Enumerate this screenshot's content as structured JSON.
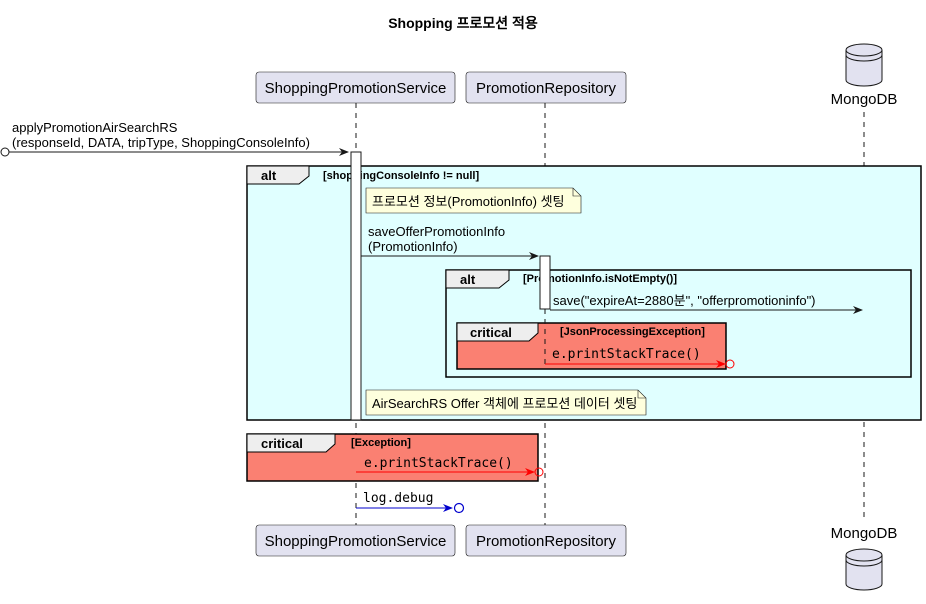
{
  "title": "Shopping 프로모션 적용",
  "participants": {
    "service": "ShoppingPromotionService",
    "repository": "PromotionRepository",
    "mongodb": "MongoDB"
  },
  "messages": {
    "entry_line1": "applyPromotionAirSearchRS",
    "entry_line2": "(responseId, DATA, tripType, ShoppingConsoleInfo)",
    "save_offer_line1": "saveOfferPromotionInfo",
    "save_offer_line2": "(PromotionInfo)",
    "save_mongo": "save(\"expireAt=2880분\", \"offerpromotioninfo\")",
    "print_stack_inner": "e.printStackTrace()",
    "print_stack_outer": "e.printStackTrace()",
    "log_debug": "log.debug"
  },
  "frames": {
    "alt_outer": {
      "label": "alt",
      "condition": "[shoppingConsoleInfo != null]"
    },
    "alt_inner": {
      "label": "alt",
      "condition": "[PromotionInfo.isNotEmpty()]"
    },
    "critical_inner": {
      "label": "critical",
      "condition": "[JsonProcessingException]"
    },
    "critical_outer": {
      "label": "critical",
      "condition": "[Exception]"
    }
  },
  "notes": {
    "promotion_setting": "프로모션 정보(PromotionInfo) 셋팅",
    "airsearch_setting": "AirSearchRS Offer 객체에 프로모션 데이터 셋팅"
  },
  "colors": {
    "participant_fill": "#E2E2F0",
    "participant_border": "#181818",
    "alt_fill": "#E0FFFF",
    "critical_fill": "#FA8072",
    "note_fill": "#FEFFDD",
    "exception_arrow": "#FF0000",
    "log_arrow": "#0000CD",
    "lifeline": "#181818"
  }
}
